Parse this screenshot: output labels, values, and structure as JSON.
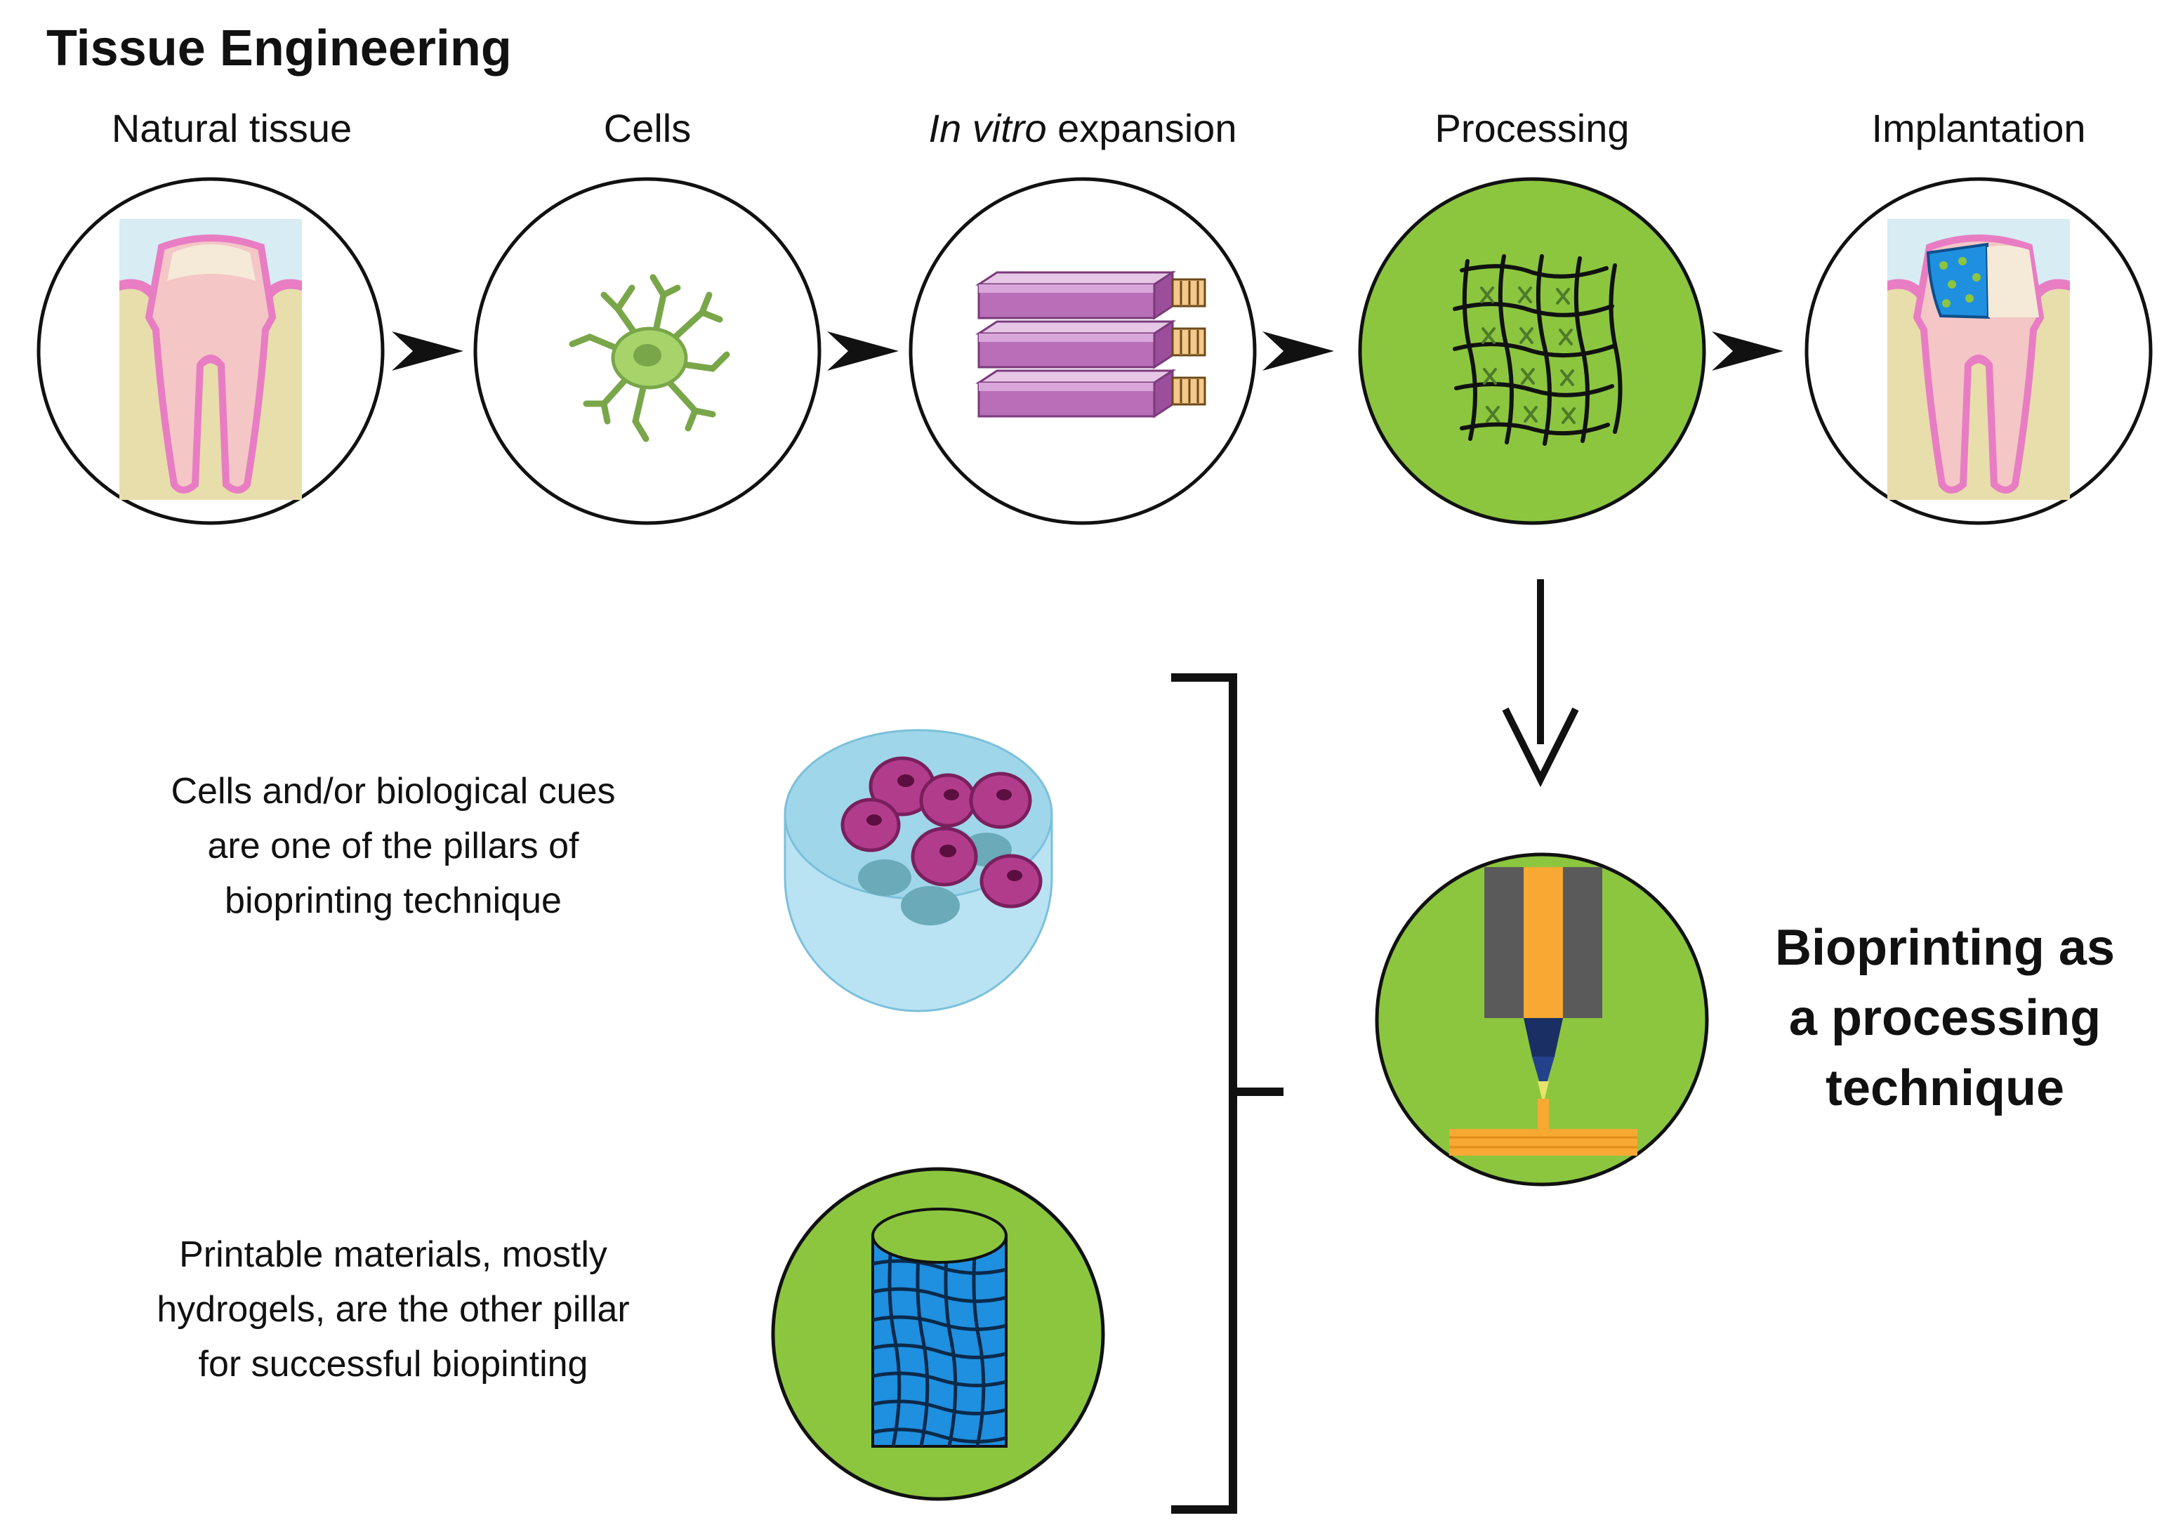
{
  "title": "Tissue Engineering",
  "steps": [
    {
      "label": "Natural tissue",
      "icon": "tooth-icon"
    },
    {
      "label": "Cells",
      "icon": "cell-icon"
    },
    {
      "label_italic": "In vitro",
      "label_rest": " expansion",
      "icon": "culture-flasks-icon"
    },
    {
      "label": "Processing",
      "icon": "scaffold-mesh-icon"
    },
    {
      "label": "Implantation",
      "icon": "tooth-with-implant-icon"
    }
  ],
  "pillars": [
    {
      "line1": "Cells and/or biological cues",
      "line2": "are one of the pillars of",
      "line3": "bioprinting technique",
      "icon": "cell-dish-icon"
    },
    {
      "line1": "Printable materials, mostly",
      "line2": "hydrogels, are the other pillar",
      "line3": "for successful biopinting",
      "icon": "hydrogel-cylinder-icon"
    }
  ],
  "result": {
    "line1": "Bioprinting as",
    "line2": "a processing",
    "line3": "technique",
    "icon": "bioprinter-nozzle-icon"
  },
  "colors": {
    "green": "#8cc63f",
    "pink": "#e87dc3",
    "gum": "#f4c6c6",
    "bone": "#e8deac",
    "sky": "#d7ecf3",
    "purple": "#b86fb8",
    "orange": "#f7a933",
    "grey": "#5a5a5a",
    "blue": "#1f8fe0",
    "cell_green": "#a6d46a",
    "dish": "#9fd6ea",
    "cell_magenta": "#b23c8c"
  }
}
